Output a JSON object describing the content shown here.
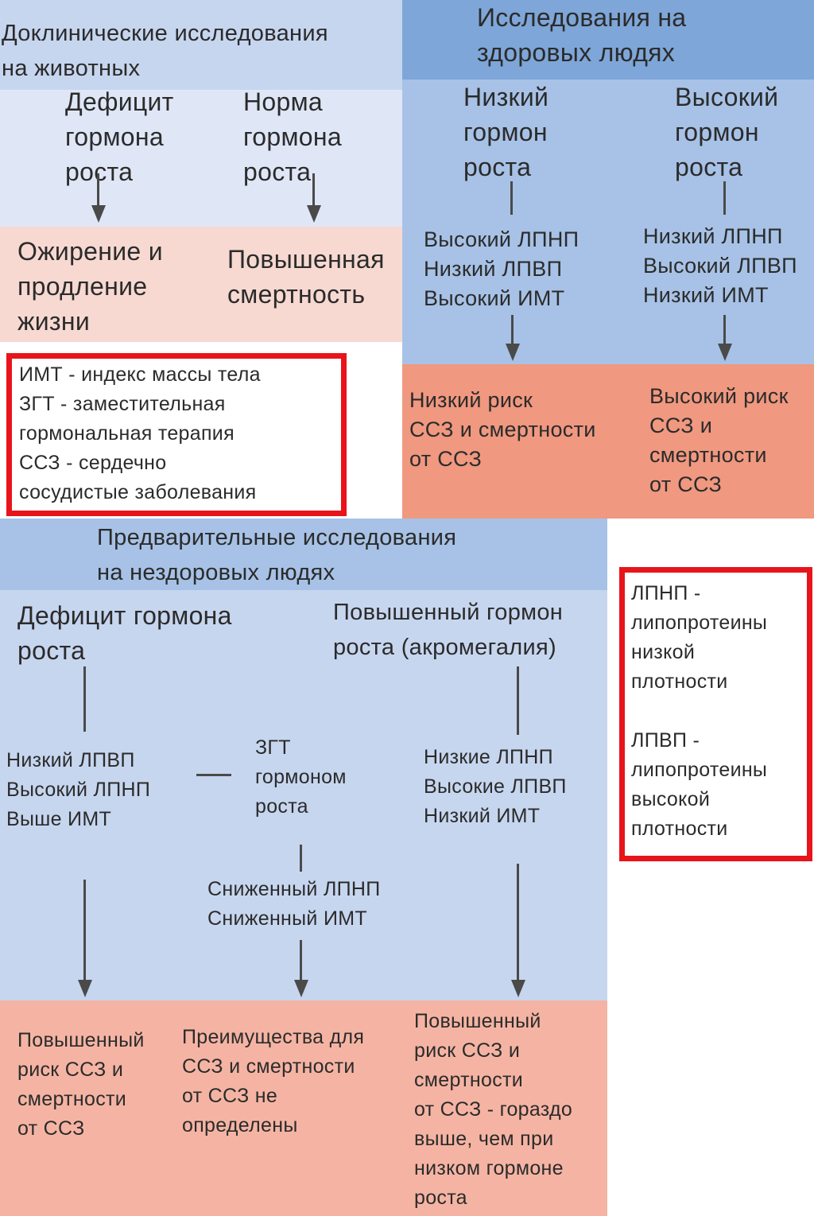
{
  "colors": {
    "light_blue": "#c7d6ef",
    "pale_blue": "#dfe7f7",
    "mid_blue": "#a7c2e6",
    "header_blue": "#7ea6d8",
    "pale_pink": "#f7d9d2",
    "salmon": "#f09880",
    "light_salmon": "#f5b4a3",
    "red_border": "#e8141b"
  },
  "preclinical": {
    "title": "Доклинические исследования\nна животных",
    "col1_input": "Дефицит\nгормона\nроста",
    "col2_input": "Норма\nгормона\nроста",
    "col1_result": "Ожирение и\nпродление\nжизни",
    "col2_result": "Повышенная\nсмертность"
  },
  "healthy": {
    "title": "Исследования на\nздоровых людях",
    "col1_input": "Низкий\nгормон\nроста",
    "col2_input": "Высокий\nгормон\nроста",
    "col1_lipids": "Высокий ЛПНП\nНизкий ЛПВП\nВысокий ИМТ",
    "col2_lipids": "Низкий ЛПНП\nВысокий ЛПВП\nНизкий ИМТ",
    "col1_risk": "Низкий риск\nССЗ и смертности\nот ССЗ",
    "col2_risk": "Высокий риск\nССЗ и\nсмертности\nот ССЗ"
  },
  "abbreviations_1": {
    "text": "ИМТ - индекс массы тела\nЗГТ - заместительная\nгормональная терапия\nССЗ - сердечно\nсосудистые заболевания"
  },
  "unhealthy": {
    "title": "Предварительные исследования\nна нездоровых людях",
    "col1_input": "Дефицит гормона\nроста",
    "col3_input": "Повышенный гормон\nроста (акромегалия)",
    "col1_lipids": "Низкий ЛПВП\nВысокий ЛПНП\nВыше ИМТ",
    "col2_therapy": "ЗГТ\nгормоном\nроста",
    "col3_lipids": "Низкие ЛПНП\nВысокие ЛПВП\nНизкий ИМТ",
    "col2_lipids": "Сниженный ЛПНП\nСниженный ИМТ",
    "col1_risk": "Повышенный\nриск ССЗ и\nсмертности\nот ССЗ",
    "col2_risk": "Преимущества для\nССЗ и смертности\nот ССЗ не\nопределены",
    "col3_risk": "Повышенный\nриск ССЗ и\nсмертности\nот ССЗ - гораздо\nвыше, чем при\nнизком гормоне\nроста"
  },
  "abbreviations_2": {
    "text": "ЛПНП -\nлипопротеины\nнизкой\nплотности\n\nЛПВП -\nлипопротеины\nвысокой\nплотности"
  }
}
